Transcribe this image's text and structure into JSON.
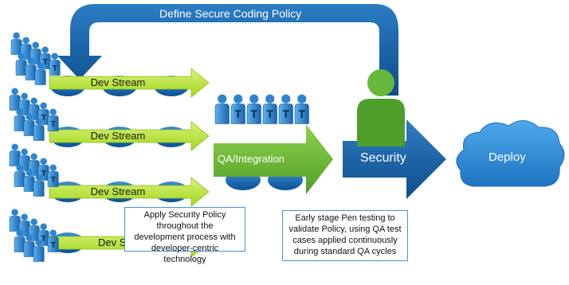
{
  "diagram": {
    "title": "Define Secure Coding Policy",
    "streams": [
      {
        "label": "Dev Stream"
      },
      {
        "label": "Dev Stream"
      },
      {
        "label": "Dev Stream"
      },
      {
        "label": "Dev S"
      }
    ],
    "qa_label": "QA/Integration",
    "security_label": "Security",
    "deploy_label": "Deploy",
    "tester_glyph": "T",
    "callout_dev": {
      "line1": "Apply Security Policy",
      "line2": "throughout the",
      "line3": "development process with",
      "line4": "developer-centric",
      "line5": "technology"
    },
    "callout_qa": {
      "line1": "Early stage Pen testing to",
      "line2": "validate Policy, using QA test",
      "line3": "cases applied continuously",
      "line4": "during standard QA cycles"
    },
    "colors": {
      "arch_blue": "#0f5fa3",
      "people_blue": "#1f78c1",
      "stream_green": "#aee02a",
      "qa_green": "#6fbe2e",
      "security_green": "#5aa532",
      "cloud_blue": "#2a8ad6"
    }
  }
}
